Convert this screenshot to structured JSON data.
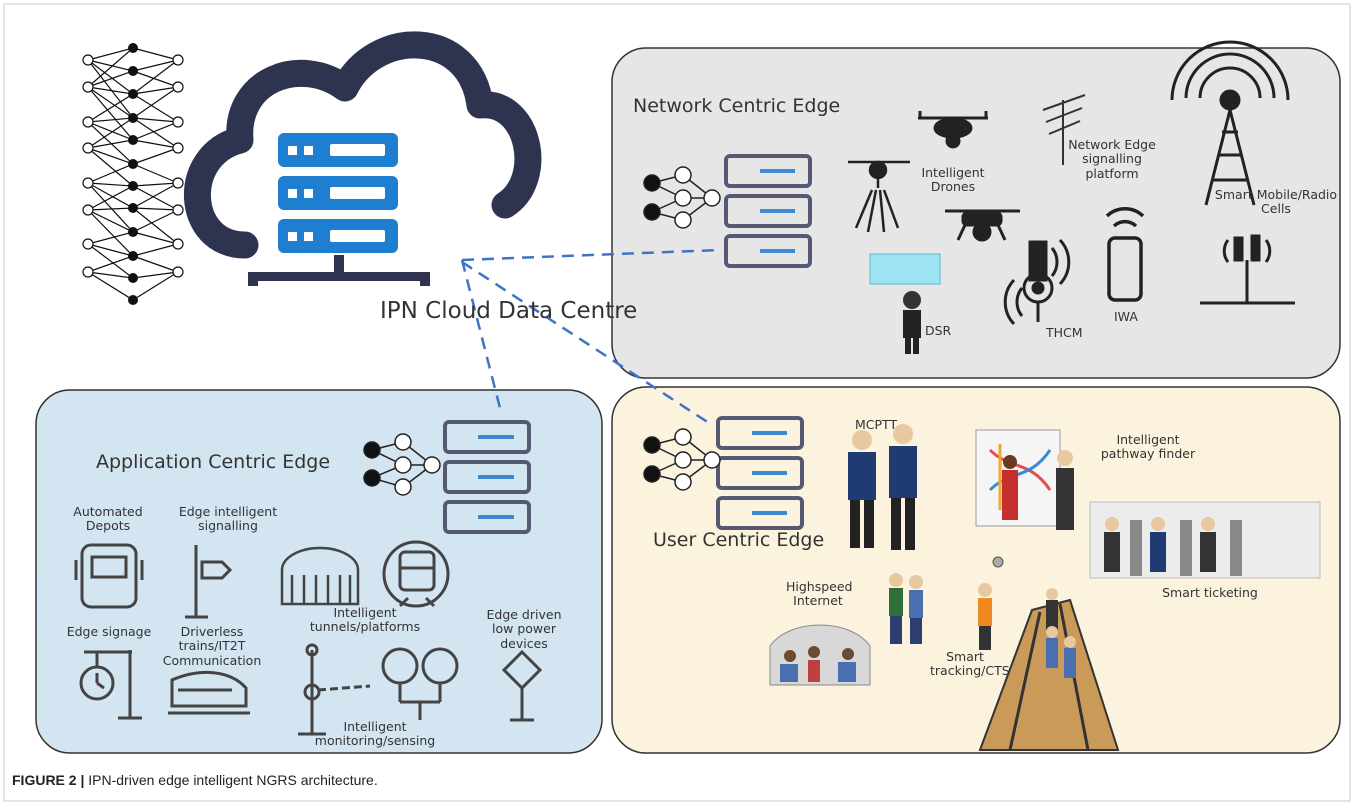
{
  "cloud": {
    "label": "IPN Cloud Data Centre"
  },
  "network_edge": {
    "title": "Network Centric Edge",
    "items": {
      "drones": "Intelligent Drones",
      "signalling": "Network Edge signalling platform",
      "cells": "Smart Mobile/Radio Cells",
      "dsr": "DSR",
      "thcm": "THCM",
      "iwa": "IWA"
    }
  },
  "application_edge": {
    "title": "Application Centric Edge",
    "items": {
      "depots": "Automated Depots",
      "signalling": "Edge intelligent signalling",
      "tunnels": "Intelligent tunnels/platforms",
      "signage": "Edge signage",
      "driverless": "Driverless trains/IT2T Communication",
      "monitoring": "Intelligent monitoring/sensing",
      "lowpower": "Edge driven low power devices"
    }
  },
  "user_edge": {
    "title": "User Centric Edge",
    "items": {
      "mcptt": "MCPTT",
      "pathway": "Intelligent pathway finder",
      "ticketing": "Smart ticketing",
      "internet": "Highspeed Internet",
      "tracking": "Smart tracking/CTS"
    }
  },
  "caption": {
    "prefix": "FIGURE 2 |",
    "text": " IPN-driven edge intelligent NGRS architecture."
  },
  "colors": {
    "cloud": "#2e3450",
    "server_blue": "#1e7fd0",
    "network_bg": "#e6e6e6",
    "application_bg": "#d4e5f2",
    "user_bg": "#fcf3de",
    "link": "#3f73c6"
  }
}
